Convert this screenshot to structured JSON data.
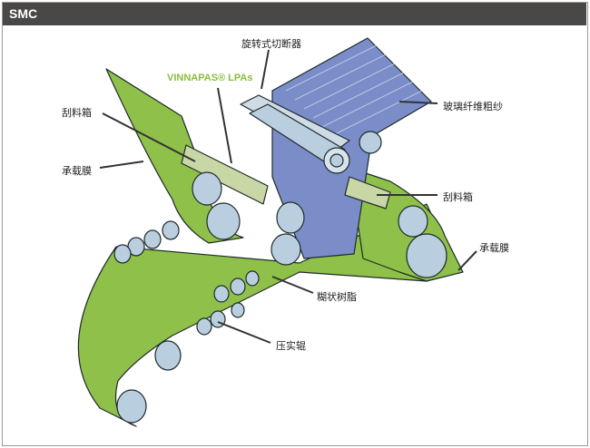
{
  "header": {
    "title": "SMC"
  },
  "labels": {
    "rotary_cutter": "旋转式切断器",
    "lpa": "VINNAPAS® LPAs",
    "doctor_box_left": "刮料箱",
    "carrier_film_left": "承载膜",
    "glass_roving": "玻璃纤维粗纱",
    "doctor_box_right": "刮料箱",
    "carrier_film_right": "承载膜",
    "paste_resin": "糊状树脂",
    "compaction_rollers": "压实辊"
  },
  "colors": {
    "film": "#8fc04a",
    "roving": "#7b8dc9",
    "roller": "#b9cfe0",
    "header": "#4a4846",
    "lpa_text": "#8bbd3c"
  }
}
